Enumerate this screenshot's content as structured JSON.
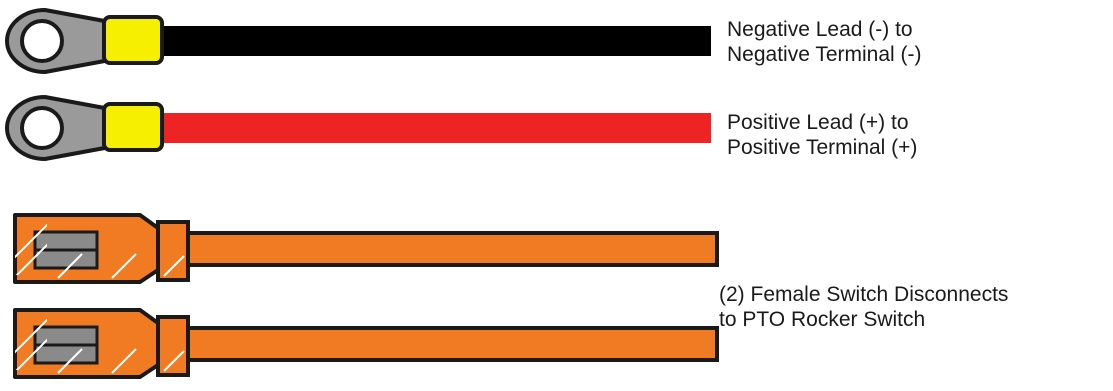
{
  "labels": {
    "negative": {
      "line1": "Negative Lead (-) to",
      "line2": "Negative Terminal (-)"
    },
    "positive": {
      "line1": "Positive Lead (+) to",
      "line2": "Positive Terminal (+)"
    },
    "switch": {
      "line1": "(2) Female Switch Disconnects",
      "line2": "to PTO Rocker Switch"
    }
  },
  "colors": {
    "negative_wire": "#000000",
    "positive_wire": "#ee2424",
    "switch_wire": "#f07b22",
    "ring_terminal": "#9a9a9a",
    "crimp_sleeve": "#f7ef02",
    "connector_insert": "#8a8a8a",
    "outline": "#1a1a1a"
  },
  "icons": {
    "ring_terminal": "ring-terminal-icon",
    "female_disconnect": "female-disconnect-icon"
  }
}
